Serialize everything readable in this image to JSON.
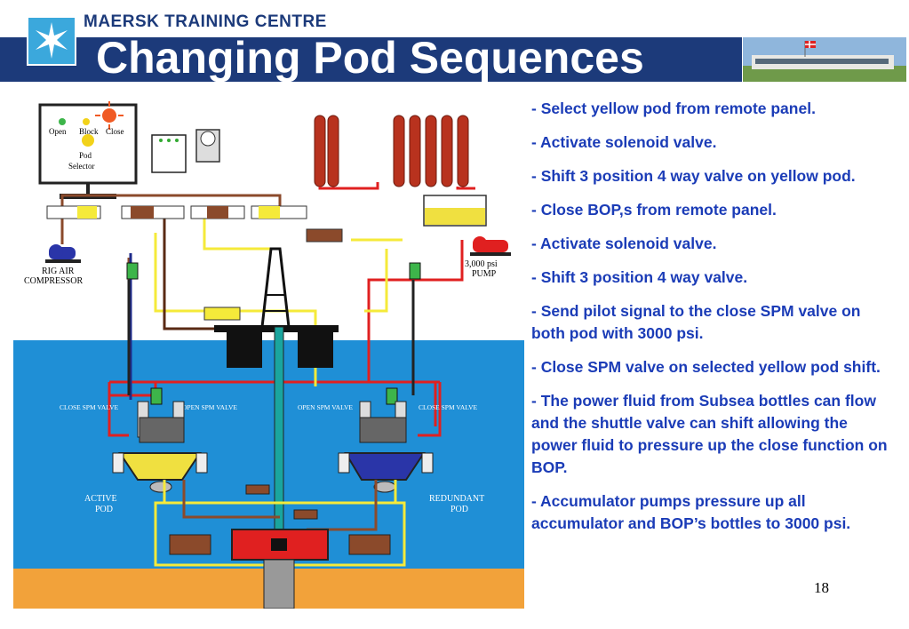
{
  "header": {
    "brand": "MAERSK TRAINING CENTRE",
    "title": "Changing Pod Sequences"
  },
  "diagram": {
    "panel_open": "Open",
    "panel_block": "Block",
    "panel_close": "Close",
    "panel_pod": "Pod",
    "panel_selector": "Selector",
    "rig_air_1": "RIG AIR",
    "rig_air_2": "COMPRESSOR",
    "pump_1": "3,000 psi",
    "pump_2": "PUMP",
    "close_spm_left": "CLOSE SPM VALVE",
    "open_spm_left": "OPEN SPM VALVE",
    "open_spm_right": "OPEN SPM VALVE",
    "close_spm_right": "CLOSE SPM VALVE",
    "active_1": "ACTIVE",
    "active_2": "POD",
    "redundant_1": "REDUNDANT",
    "redundant_2": "POD"
  },
  "steps": [
    "- Select yellow pod from remote panel.",
    "- Activate solenoid valve.",
    "- Shift 3 position 4 way valve on yellow pod.",
    "- Close BOP,s from remote panel.",
    "- Activate solenoid valve.",
    "- Shift 3 position 4 way valve.",
    "- Send pilot signal to the close SPM valve on both pod with 3000 psi.",
    "- Close SPM valve on selected yellow pod shift.",
    "- The power fluid from Subsea bottles can flow and the shuttle valve can shift allowing the power fluid to pressure up the close function on BOP.",
    "- Accumulator pumps pressure up all accumulator and BOP’s bottles to 3000 psi."
  ],
  "page_number": "18",
  "colors": {
    "header_bar": "#1c3a7a",
    "logo_blue": "#3ba8dc",
    "step_text": "#1b3cb7",
    "sea_blue": "#1f8fd6",
    "seabed": "#f2a23a",
    "accumulator_red": "#b8321e",
    "line_yellow": "#f5ea3a",
    "line_red": "#e02020",
    "active_pod_yellow": "#f0e040",
    "redundant_pod_blue": "#2a35a8"
  },
  "icons": [
    "maersk-star-logo",
    "building-photo",
    "rig-air-compressor-icon",
    "pump-icon",
    "drilling-rig-icon",
    "solenoid-valve-icon"
  ]
}
